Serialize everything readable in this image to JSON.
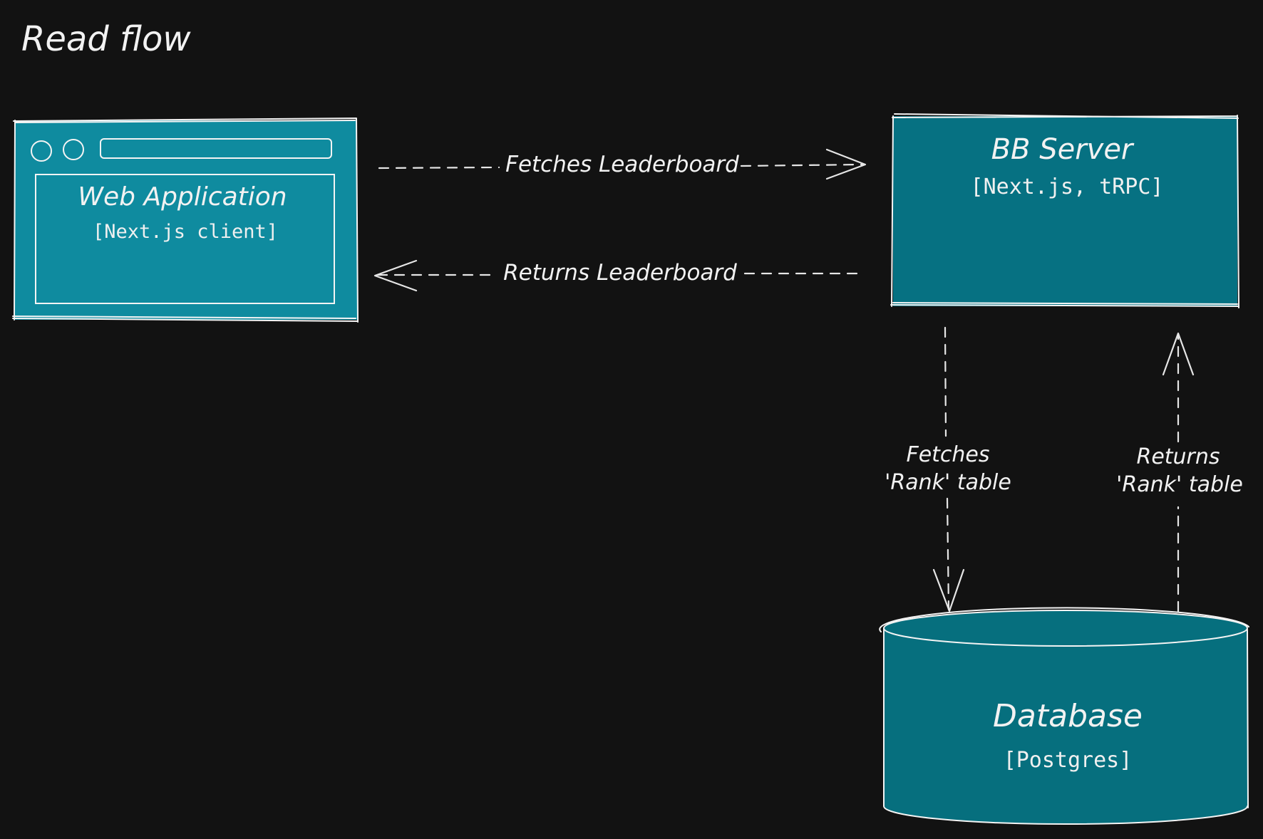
{
  "title": "Read flow",
  "colors": {
    "background": "#121212",
    "web_app_fill": "#0f8b9f",
    "server_fill": "#067182",
    "database_fill": "#066f7e",
    "stroke": "#f4f4f4"
  },
  "nodes": {
    "web_app": {
      "name": "Web Application",
      "tech": "[Next.js client]",
      "icon": "browser-window-icon"
    },
    "server": {
      "name": "BB Server",
      "tech": "[Next.js, tRPC]"
    },
    "database": {
      "name": "Database",
      "tech": "[Postgres]",
      "icon": "database-cylinder-icon"
    }
  },
  "edges": {
    "fetch_leaderboard": {
      "label": "Fetches Leaderboard",
      "from": "Web Application",
      "to": "BB Server"
    },
    "return_leaderboard": {
      "label": "Returns Leaderboard",
      "from": "BB Server",
      "to": "Web Application"
    },
    "fetch_rank": {
      "label_line1": "Fetches",
      "label_line2": "'Rank' table",
      "from": "BB Server",
      "to": "Database"
    },
    "return_rank": {
      "label_line1": "Returns",
      "label_line2": "'Rank' table",
      "from": "Database",
      "to": "BB Server"
    }
  }
}
